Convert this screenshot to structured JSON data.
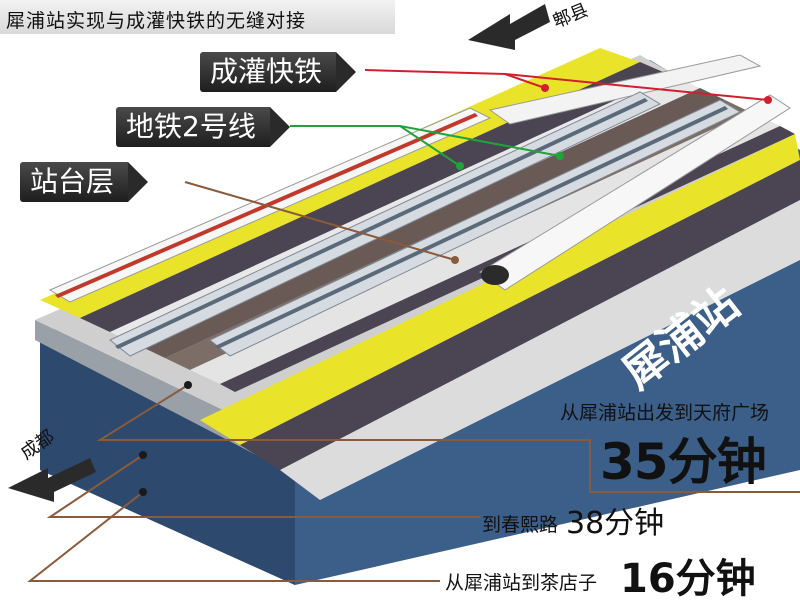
{
  "title": "犀浦站实现与成灌快铁的无缝对接",
  "direction_top": "郫县",
  "direction_bottom": "成都",
  "station_name": "犀浦站",
  "callouts": {
    "chengguan": "成灌快铁",
    "metro": "地铁2号线",
    "platform": "站台层"
  },
  "info": {
    "row1_label": "从犀浦站出发到天府广场",
    "row1_time": "35分钟",
    "row2_label": "到春熙路",
    "row2_time": "38分钟",
    "row3_label": "从犀浦站到茶店子",
    "row3_time": "16分钟"
  },
  "colors": {
    "yellow": "#e9e42a",
    "dark_track": "#4b4452",
    "base_blue": "#3c5f8a",
    "red_line": "#d21e2e",
    "green_line": "#1fa33a",
    "brown_line": "#8a5a3a"
  }
}
